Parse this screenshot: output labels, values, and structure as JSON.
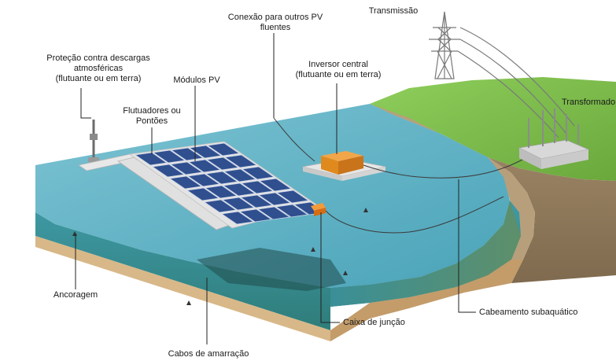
{
  "labels": {
    "protecao": [
      "Proteção contra descargas",
      "atmosféricas",
      "(flutuante ou em terra)"
    ],
    "flutuadores": [
      "Flutuadores ou",
      "Pontões"
    ],
    "modulos": "Módulos PV",
    "conexao": [
      "Conexão para outros PV",
      "fluentes"
    ],
    "inversor": [
      "Inversor central",
      "(flutuante ou em terra)"
    ],
    "transmissao": "Transmissão",
    "transformador": "Transformado",
    "ancoragem": "Ancoragem",
    "cabos_amarracao": "Cabos de amarração",
    "caixa_juncao": "Caixa de junção",
    "cabeamento": "Cabeamento subaquático"
  },
  "colors": {
    "water_surface": "#5fb3c8",
    "water_body": "#3f8f9c",
    "sediment": "#c9a77a",
    "grass": "#7fbf4d",
    "soil": "#9a8262",
    "panel": "#2f4f8f",
    "inverter": "#e08a1e",
    "junction_box": "#ef7f1a",
    "leader_line": "#222222"
  }
}
